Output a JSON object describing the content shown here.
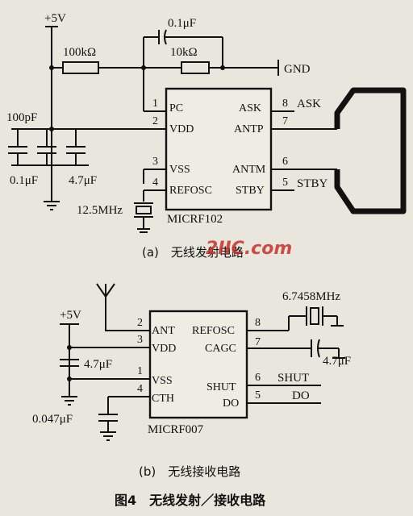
{
  "figure_caption": "图4　无线发射／接收电路",
  "watermark": "2IIC.com",
  "transmitter": {
    "caption": "(a)　无线发射电路",
    "chip": "MICRF102",
    "supply": "+5V",
    "ground_label": "GND",
    "components": {
      "r1": "100kΩ",
      "r2": "10kΩ",
      "c_top": "0.1μF",
      "c_100p": "100pF",
      "c_01": "0.1μF",
      "c_47": "4.7μF",
      "crystal": "12.5MHz"
    },
    "pins_left": [
      {
        "num": "1",
        "name": "PC"
      },
      {
        "num": "2",
        "name": "VDD"
      },
      {
        "num": "3",
        "name": "VSS"
      },
      {
        "num": "4",
        "name": "REFOSC"
      }
    ],
    "pins_right": [
      {
        "num": "8",
        "name": "ASK"
      },
      {
        "num": "7",
        "name": "ANTP"
      },
      {
        "num": "6",
        "name": "ANTM"
      },
      {
        "num": "5",
        "name": "STBY"
      }
    ],
    "nets": {
      "ask": "ASK",
      "stby": "STBY"
    }
  },
  "receiver": {
    "caption": "(b)　无线接收电路",
    "chip": "MICRF007",
    "supply": "+5V",
    "components": {
      "c_47": "4.7μF",
      "c_047": "0.047μF",
      "crystal": "6.7458MHz",
      "c_cagc": "4.7μF"
    },
    "pins_left": [
      {
        "num": "2",
        "name": "ANT"
      },
      {
        "num": "3",
        "name": "VDD"
      },
      {
        "num": "1",
        "name": "VSS"
      },
      {
        "num": "4",
        "name": "CTH"
      }
    ],
    "pins_right": [
      {
        "num": "8",
        "name": "REFOSC"
      },
      {
        "num": "7",
        "name": "CAGC"
      },
      {
        "num": "6",
        "name": "SHUT"
      },
      {
        "num": "5",
        "name": "DO"
      }
    ],
    "nets": {
      "shut": "SHUT",
      "do": "DO"
    }
  }
}
